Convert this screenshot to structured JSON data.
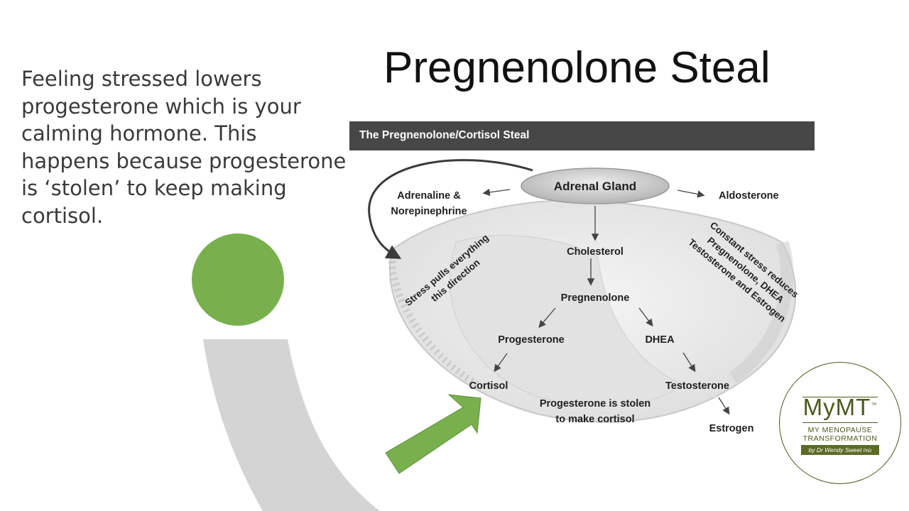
{
  "slide": {
    "text_lines": [
      "Feeling stressed lowers",
      "progesterone which is your",
      "calming hormone. This",
      "happens because progesterone",
      "is ‘stolen’ to keep making",
      "cortisol."
    ],
    "title": "Pregnenolone Steal",
    "colors": {
      "accent_green": "#78b04e",
      "arc_gray": "#d4d4d4",
      "banner": "#474747",
      "logo_olive": "#4a5a1e"
    }
  },
  "diagram": {
    "banner": "The Pregnenolone/Cortisol Steal",
    "adrenal_gland": "Adrenal Gland",
    "adrenaline_line1": "Adrenaline &",
    "adrenaline_line2": "Norepinephrine",
    "aldosterone": "Aldosterone",
    "cholesterol": "Cholesterol",
    "pregnenolone": "Pregnenolone",
    "progesterone": "Progesterone",
    "dhea": "DHEA",
    "cortisol": "Cortisol",
    "testosterone": "Testosterone",
    "estrogen": "Estrogen",
    "stolen_line1": "Progesterone is stolen",
    "stolen_line2": "to make cortisol",
    "stress_pulls_line1": "Stress pulls everything",
    "stress_pulls_line2": "this direction",
    "constant_line1": "Constant stress reduces",
    "constant_line2": "Pregnenolone, DHEA",
    "constant_line3": "Testosterone and Estrogen"
  },
  "logo": {
    "name": "MyMT",
    "trademark": "™",
    "line1": "MY MENOPAUSE",
    "line2": "TRANSFORMATION",
    "byline": "by Dr Wendy Sweet",
    "credential": "PhD"
  }
}
